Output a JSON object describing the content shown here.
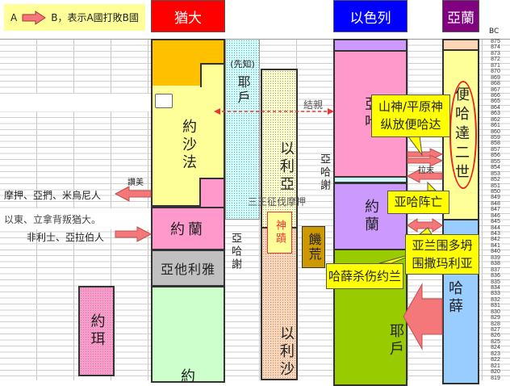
{
  "legend": {
    "a": "A",
    "b_text": "B，表示A國打敗B國"
  },
  "headers": {
    "judah": "猶大",
    "israel": "以色列",
    "aram": "亞蘭",
    "bc": "BC"
  },
  "colors": {
    "judah": "#ff0000",
    "israel": "#0000ff",
    "aram": "#800080",
    "arrow": "#f4777a",
    "callout": "#ffff00"
  },
  "judah": {
    "jehoshaphat": "約沙法",
    "jehoram": "約蘭",
    "athaliah": "亞他利雅",
    "joash_partial": "約"
  },
  "prophets": {
    "prophet_label": "(先知)",
    "jehu_prophet": "耶戶",
    "elijah": "以利亞",
    "elisha": "以利沙",
    "miracles": "神蹟",
    "ahaziah_j": "亞哈謝",
    "ahaziah_i": "亞哈謝",
    "famine": "饑荒",
    "joel": "約珥"
  },
  "israel": {
    "ahab": "亞哈",
    "joram": "約蘭",
    "jehu": "耶戶"
  },
  "aram": {
    "benhadad": "便哈達二世",
    "hazael": "哈薛"
  },
  "notes": {
    "marriage": "結親",
    "praise": "讚美",
    "moab": "摩押、亞捫、米烏尼人",
    "edom": "以東、立拿背叛猶大。",
    "philistines": "非利士、亞拉伯人",
    "three_kings": "三王征伐摩押",
    "ramoth": "拉末"
  },
  "callouts": {
    "c1_l1": "山神/平原神",
    "c1_l2": "纵放便哈达",
    "c2": "亚哈阵亡",
    "c3_l1": "亚兰围多坍",
    "c3_l2": "围撒玛利亚",
    "c4": "哈薛杀伤约兰"
  },
  "years": {
    "start": 875,
    "end": 819
  }
}
